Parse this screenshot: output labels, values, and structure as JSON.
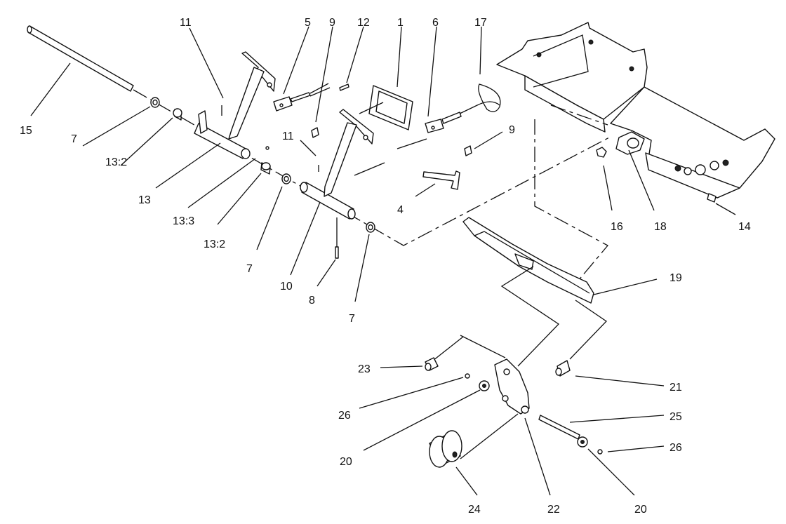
{
  "callouts": {
    "c1": "1",
    "c4": "4",
    "c5": "5",
    "c6": "6",
    "c7a": "7",
    "c7b": "7",
    "c7c": "7",
    "c8": "8",
    "c9a": "9",
    "c9b": "9",
    "c10": "10",
    "c11a": "11",
    "c11b": "11",
    "c12": "12",
    "c13": "13",
    "c13_2a": "13:2",
    "c13_2b": "13:2",
    "c13_3": "13:3",
    "c14": "14",
    "c15": "15",
    "c16": "16",
    "c17": "17",
    "c18": "18",
    "c19": "19",
    "c20a": "20",
    "c20b": "20",
    "c21": "21",
    "c22": "22",
    "c23": "23",
    "c24": "24",
    "c25": "25",
    "c26a": "26",
    "c26b": "26"
  }
}
